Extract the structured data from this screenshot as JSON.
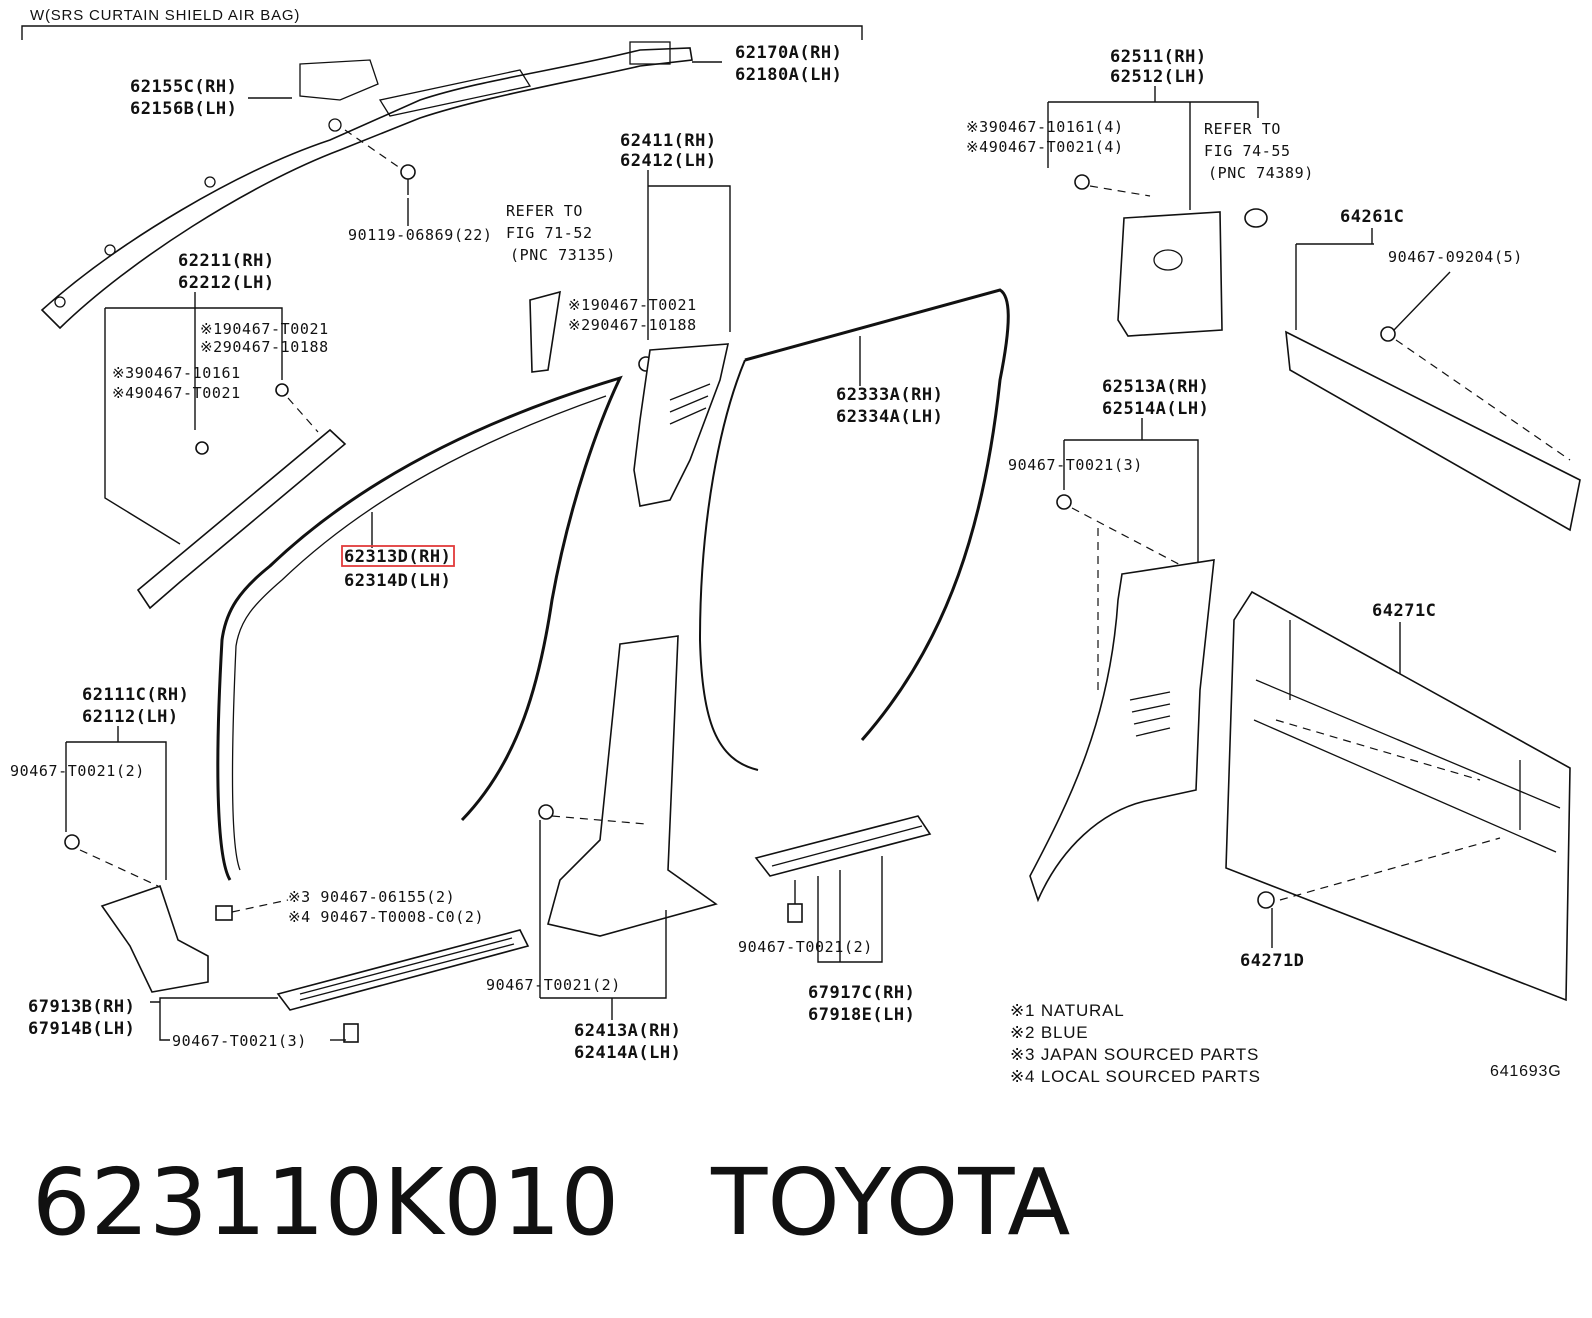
{
  "header": {
    "title": "W(SRS CURTAIN SHIELD AIR BAG)"
  },
  "labels": {
    "p62155": [
      "62155C(RH)",
      "62156B(LH)"
    ],
    "p62170": [
      "62170A(RH)",
      "62180A(LH)"
    ],
    "p90119": "90119-06869(22)",
    "p62411": [
      "62411(RH)",
      "62412(LH)"
    ],
    "ref7152": [
      "REFER TO",
      "FIG 71-52",
      "(PNC 73135)"
    ],
    "clip62411": [
      "※190467-T0021",
      "※290467-10188"
    ],
    "p62211": [
      "62211(RH)",
      "62212(LH)"
    ],
    "clip62211": [
      "※190467-T0021",
      "※290467-10188",
      "※390467-10161",
      "※490467-T0021"
    ],
    "p62313": [
      "62313D(RH)",
      "62314D(LH)"
    ],
    "p62333": [
      "62333A(RH)",
      "62334A(LH)"
    ],
    "p62511": [
      "62511(RH)",
      "62512(LH)"
    ],
    "clip62511": [
      "※390467-10161(4)",
      "※490467-T0021(4)"
    ],
    "ref7455": [
      "REFER TO",
      "FIG 74-55",
      "(PNC 74389)"
    ],
    "p64261": "64261C",
    "p90467_09204": "90467-09204(5)",
    "p62513": [
      "62513A(RH)",
      "62514A(LH)"
    ],
    "clip62513": "90467-T0021(3)",
    "p64271C": "64271C",
    "p64271D": "64271D",
    "p62111": [
      "62111C(RH)",
      "62112(LH)"
    ],
    "clip62111": "90467-T0021(2)",
    "clip_mid": [
      "※3 90467-06155(2)",
      "※4 90467-T0008-C0(2)"
    ],
    "clip62413": "90467-T0021(2)",
    "p62413": [
      "62413A(RH)",
      "62414A(LH)"
    ],
    "p67913": [
      "67913B(RH)",
      "67914B(LH)"
    ],
    "clip67913": "90467-T0021(3)",
    "clip67917": "90467-T0021(2)",
    "p67917": [
      "67917C(RH)",
      "67918E(LH)"
    ],
    "notes": [
      "※1  NATURAL",
      "※2  BLUE",
      "※3  JAPAN SOURCED PARTS",
      "※4  LOCAL SOURCED PARTS"
    ],
    "figcode": "641693G"
  },
  "footer": {
    "part_number": "623110K010",
    "brand": "TOYOTA"
  },
  "highlight_color": "#e23b3b"
}
